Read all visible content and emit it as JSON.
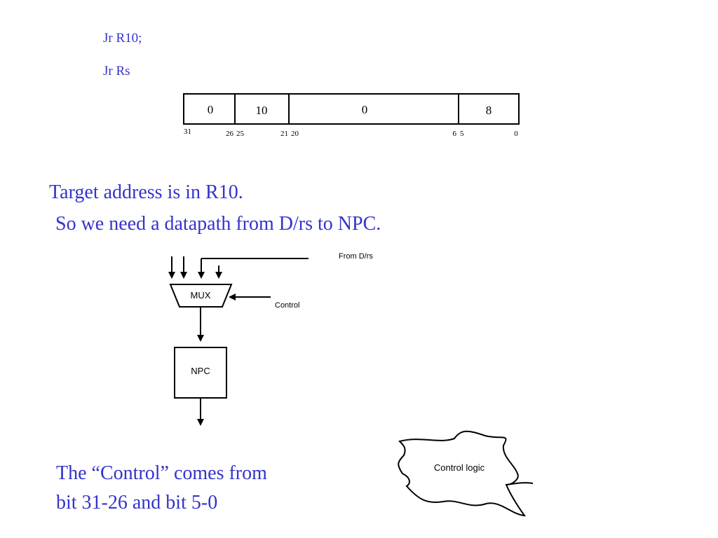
{
  "code": {
    "line1": "Jr R10;",
    "line2": "Jr Rs"
  },
  "instruction": {
    "fields": [
      {
        "value": "0",
        "hi": "31",
        "lo": "26"
      },
      {
        "value": "10",
        "hi": "25",
        "lo": "21"
      },
      {
        "value": "0",
        "hi": "20",
        "lo": "6"
      },
      {
        "value": "8",
        "hi": "5",
        "lo": "0"
      }
    ]
  },
  "explanation": {
    "line1": "Target address is in R10.",
    "line2": "So we need a datapath from D/rs to NPC."
  },
  "datapath": {
    "from_label": "From D/rs",
    "mux_label": "MUX",
    "control_label": "Control",
    "npc_label": "NPC"
  },
  "control_note": {
    "line1": "The “Control” comes from",
    "line2": "bit 31-26 and bit 5-0"
  },
  "control_logic": {
    "label": "Control logic"
  },
  "colors": {
    "text_blue": "#3333cc",
    "line": "#000000"
  }
}
